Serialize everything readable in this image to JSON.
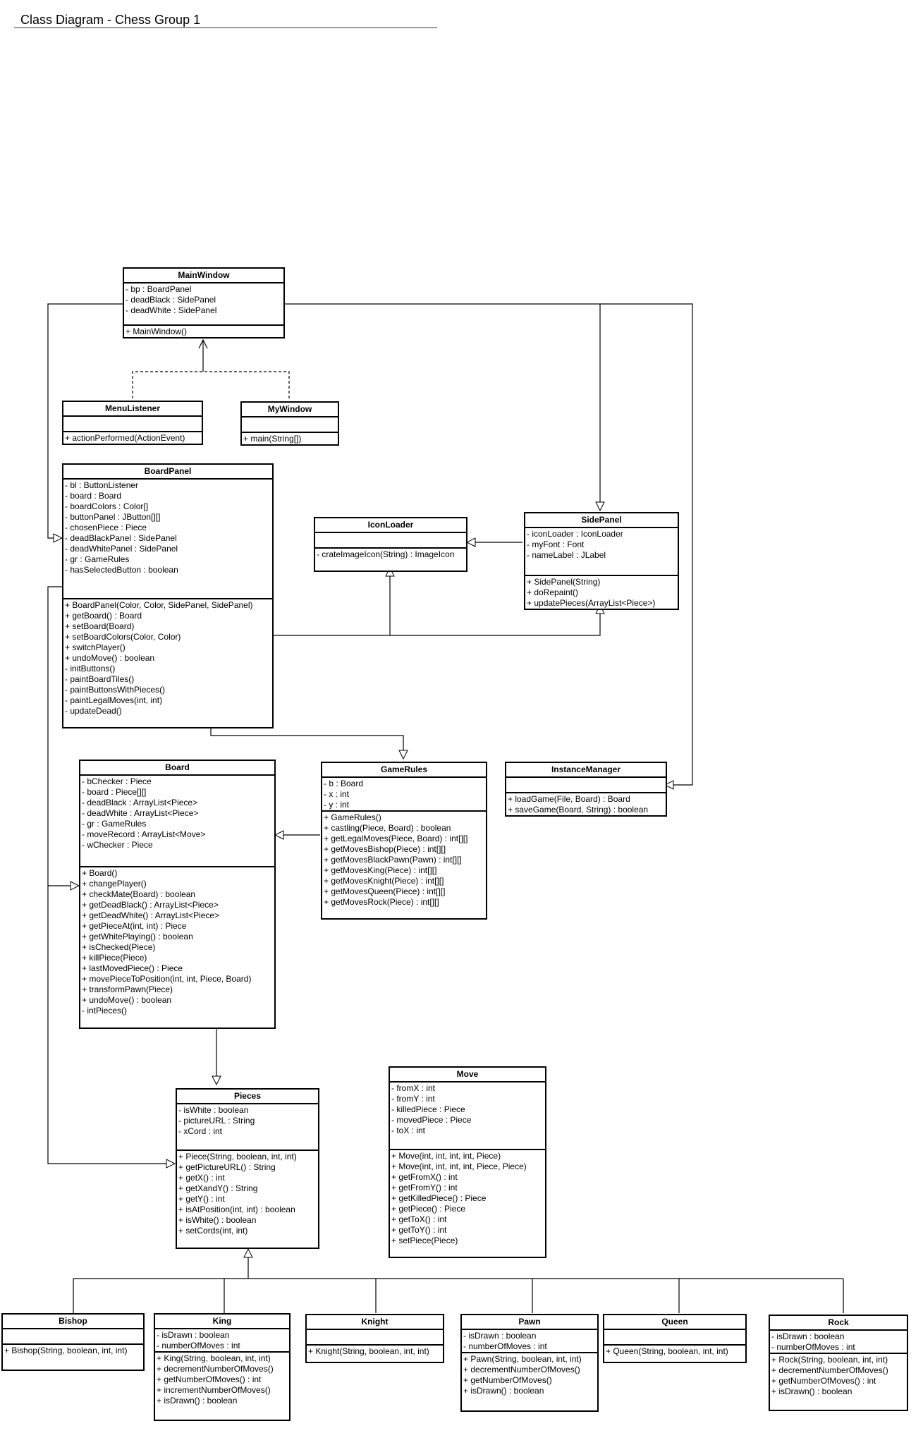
{
  "title": "Class Diagram - Chess Group 1",
  "classes": {
    "mainwindow": {
      "name": "MainWindow",
      "attributes": [
        "- bp : BoardPanel",
        "- deadBlack : SidePanel",
        "- deadWhite : SidePanel"
      ],
      "operations": [
        "+ MainWindow()"
      ]
    },
    "menulistener": {
      "name": "MenuListener",
      "attributes": [],
      "operations": [
        "+ actionPerformed(ActionEvent)"
      ]
    },
    "mywindow": {
      "name": "MyWindow",
      "attributes": [],
      "operations": [
        "+ main(String[])"
      ]
    },
    "boardpanel": {
      "name": "BoardPanel",
      "attributes": [
        "- bl : ButtonListener",
        "- board : Board",
        "- boardColors : Color[]",
        "- buttonPanel : JButton[][]",
        "- chosenPiece : Piece",
        "- deadBlackPanel : SidePanel",
        "- deadWhitePanel : SidePanel",
        "- gr : GameRules",
        "- hasSelectedButton : boolean"
      ],
      "operations": [
        "+ BoardPanel(Color, Color, SidePanel, SidePanel)",
        "+ getBoard() : Board",
        "+ setBoard(Board)",
        "+ setBoardColors(Color, Color)",
        "+ switchPlayer()",
        "+ undoMove() : boolean",
        "- initButtons()",
        "- paintBoardTiles()",
        "- paintButtonsWithPieces()",
        "- paintLegalMoves(int, int)",
        "- updateDead()"
      ]
    },
    "iconloader": {
      "name": "IconLoader",
      "attributes": [],
      "operations": [
        "- crateImageIcon(String) : ImageIcon"
      ]
    },
    "sidepanel": {
      "name": "SidePanel",
      "attributes": [
        "- iconLoader : IconLoader",
        "- myFont : Font",
        "- nameLabel : JLabel"
      ],
      "operations": [
        "+ SidePanel(String)",
        "+ doRepaint()",
        "+ updatePieces(ArrayList<Piece>)"
      ]
    },
    "board": {
      "name": "Board",
      "attributes": [
        "- bChecker : Piece",
        "- board : Piece[][]",
        "- deadBlack : ArrayList<Piece>",
        "- deadWhite : ArrayList<Piece>",
        "- gr : GameRules",
        "- moveRecord : ArrayList<Move>",
        "- wChecker : Piece"
      ],
      "operations": [
        "+ Board()",
        "+ changePlayer()",
        "+ checkMate(Board) : boolean",
        "+ getDeadBlack() : ArrayList<Piece>",
        "+ getDeadWhite() : ArrayList<Piece>",
        "+ getPieceAt(int, int) : Piece",
        "+ getWhitePlaying() : boolean",
        "+ isChecked(Piece)",
        "+ killPiece(Piece)",
        "+ lastMovedPiece() : Piece",
        "+ movePieceToPosition(int, int, Piece, Board)",
        "+ transformPawn(Piece)",
        "+ undoMove() : boolean",
        "- intPieces()"
      ]
    },
    "gamerules": {
      "name": "GameRules",
      "attributes": [
        "- b : Board",
        "- x : int",
        "- y : int"
      ],
      "operations": [
        "+ GameRules()",
        "+ castling(Piece, Board) : boolean",
        "+ getLegalMoves(Piece, Board) : int[][]",
        "+ getMovesBishop(Piece) : int[][]",
        "+ getMovesBlackPawn(Pawn) : int[][]",
        "+ getMovesKing(Piece) : int[][]",
        "+ getMovesKnight(Piece) : int[][]",
        "+ getMovesQueen(Piece) : int[][]",
        "+ getMovesRock(Piece) : int[][]"
      ]
    },
    "instancemanager": {
      "name": "InstanceManager",
      "attributes": [],
      "operations": [
        "+ loadGame(File, Board) : Board",
        "+ saveGame(Board, String) : boolean"
      ]
    },
    "pieces": {
      "name": "Pieces",
      "attributes": [
        "- isWhite : boolean",
        "- pictureURL : String",
        "- xCord : int"
      ],
      "operations": [
        "+ Piece(String, boolean, int, int)",
        "+ getPictureURL() : String",
        "+ getX() : int",
        "+ getXandY() : String",
        "+ getY() : int",
        "+ isAtPosition(int, int) : boolean",
        "+ isWhite() : boolean",
        "+ setCords(int, int)"
      ]
    },
    "move": {
      "name": "Move",
      "attributes": [
        "- fromX : int",
        "- fromY : int",
        "- killedPiece : Piece",
        "- movedPiece : Piece",
        "- toX : int"
      ],
      "operations": [
        "+ Move(int, int, int, int, Piece)",
        "+ Move(int, int, int, int, Piece, Piece)",
        "+ getFromX() : int",
        "+ getFromY() : int",
        "+ getKilledPiece() : Piece",
        "+ getPiece() : Piece",
        "+ getToX() : int",
        "+ getToY() : int",
        "+ setPiece(Piece)"
      ]
    },
    "bishop": {
      "name": "Bishop",
      "attributes": [],
      "operations": [
        "+ Bishop(String, boolean, int, int)"
      ]
    },
    "king": {
      "name": "King",
      "attributes": [
        "- isDrawn : boolean",
        "- numberOfMoves : int"
      ],
      "operations": [
        "+ King(String, boolean, int, int)",
        "+ decrementNumberOfMoves()",
        "+ getNumberOfMoves() : int",
        "+ incrementNumberOfMoves()",
        "+ isDrawn() : boolean"
      ]
    },
    "knight": {
      "name": "Knight",
      "attributes": [],
      "operations": [
        "+ Knight(String, boolean, int, int)"
      ]
    },
    "pawn": {
      "name": "Pawn",
      "attributes": [
        "- isDrawn : boolean",
        "- numberOfMoves : int"
      ],
      "operations": [
        "+ Pawn(String, boolean, int, int)",
        "+ decrementNumberOfMoves()",
        "+ getNumberOfMoves()",
        "+ isDrawn() : boolean"
      ]
    },
    "queen": {
      "name": "Queen",
      "attributes": [],
      "operations": [
        "+ Queen(String, boolean, int, int)"
      ]
    },
    "rock": {
      "name": "Rock",
      "attributes": [
        "- isDrawn : boolean",
        "- numberOfMoves : int"
      ],
      "operations": [
        "+ Rock(String, boolean, int, int)",
        "+ decrementNumberOfMoves()",
        "+ getNumberOfMoves() : int",
        "+ isDrawn() : boolean"
      ]
    }
  },
  "relationships": [
    {
      "from": "MenuListener",
      "to": "MainWindow",
      "type": "dependency"
    },
    {
      "from": "MyWindow",
      "to": "MainWindow",
      "type": "dependency"
    },
    {
      "from": "MainWindow",
      "to": "BoardPanel",
      "type": "association"
    },
    {
      "from": "MainWindow",
      "to": "SidePanel",
      "type": "association"
    },
    {
      "from": "MainWindow",
      "to": "InstanceManager",
      "type": "association"
    },
    {
      "from": "SidePanel",
      "to": "IconLoader",
      "type": "association"
    },
    {
      "from": "BoardPanel",
      "to": "IconLoader",
      "type": "association"
    },
    {
      "from": "BoardPanel",
      "to": "SidePanel",
      "type": "association"
    },
    {
      "from": "BoardPanel",
      "to": "GameRules",
      "type": "association"
    },
    {
      "from": "BoardPanel",
      "to": "Board",
      "type": "association"
    },
    {
      "from": "BoardPanel",
      "to": "Pieces",
      "type": "association"
    },
    {
      "from": "GameRules",
      "to": "Board",
      "type": "association"
    },
    {
      "from": "Board",
      "to": "Pieces",
      "type": "association"
    },
    {
      "from": "Bishop",
      "to": "Pieces",
      "type": "generalization"
    },
    {
      "from": "King",
      "to": "Pieces",
      "type": "generalization"
    },
    {
      "from": "Knight",
      "to": "Pieces",
      "type": "generalization"
    },
    {
      "from": "Pawn",
      "to": "Pieces",
      "type": "generalization"
    },
    {
      "from": "Queen",
      "to": "Pieces",
      "type": "generalization"
    },
    {
      "from": "Rock",
      "to": "Pieces",
      "type": "generalization"
    }
  ]
}
